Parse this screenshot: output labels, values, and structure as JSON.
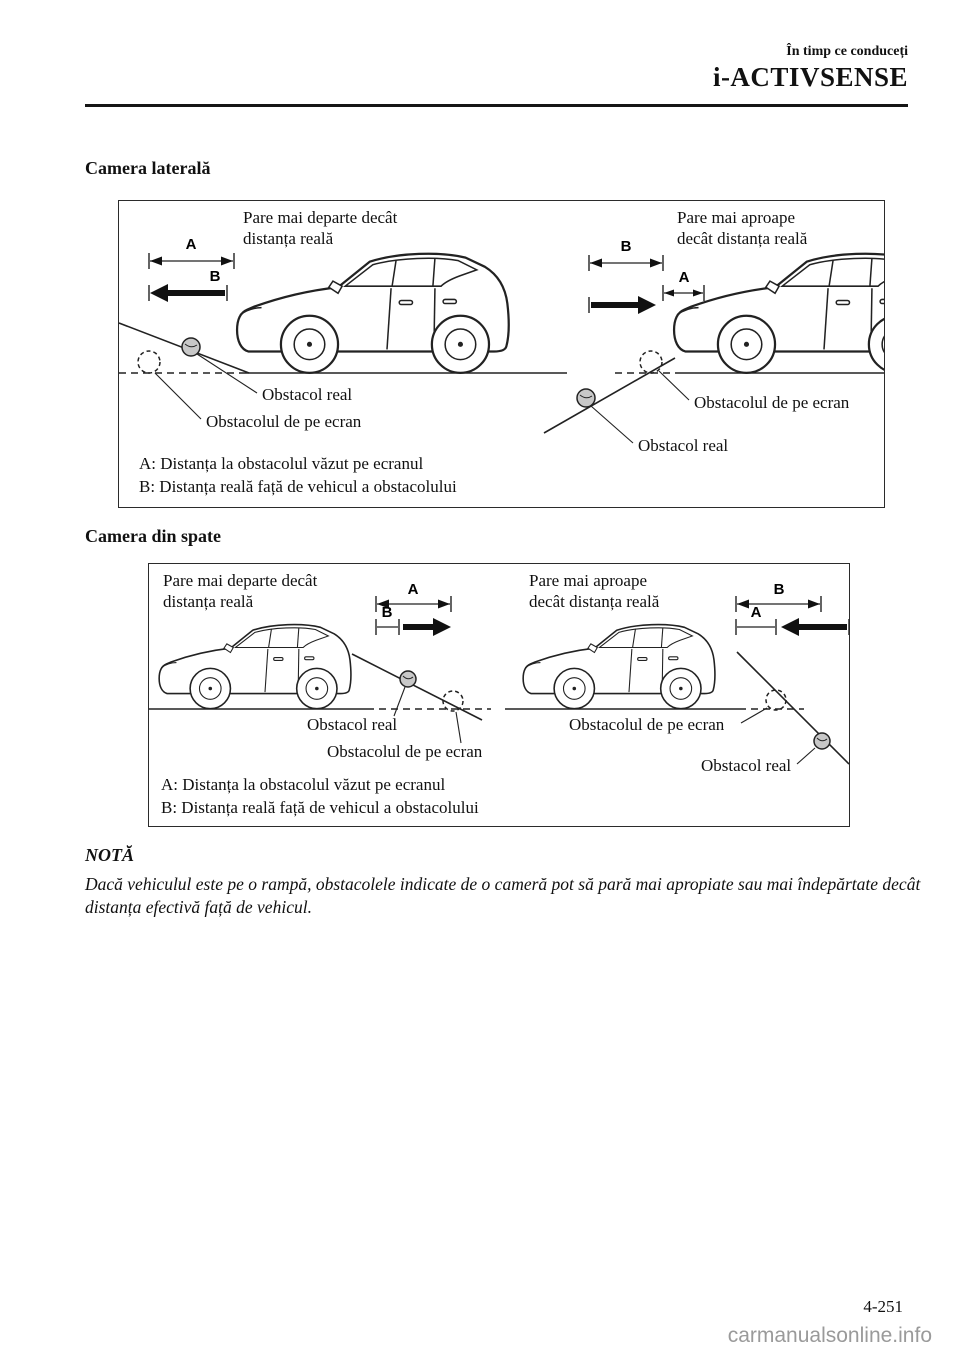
{
  "header": {
    "kicker": "În timp ce conduceți",
    "title": "i-ACTIVSENSE"
  },
  "sections": {
    "side": {
      "heading": "Camera laterală"
    },
    "rear": {
      "heading": "Camera din spate"
    }
  },
  "fig1": {
    "left": {
      "caption1": "Pare mai departe decât",
      "caption2": "distanța reală",
      "label_a": "A",
      "label_b": "B",
      "real": "Obstacol real",
      "screen": "Obstacolul de pe ecran"
    },
    "right": {
      "caption1": "Pare mai aproape",
      "caption2": "decât distanța reală",
      "label_a": "A",
      "label_b": "B",
      "real": "Obstacol real",
      "screen": "Obstacolul de pe ecran"
    },
    "legend_a": "A: Distanța la obstacolul văzut pe ecranul",
    "legend_b": "B: Distanța reală față de vehicul a obstacolului"
  },
  "fig2": {
    "left": {
      "caption1": "Pare mai departe decât",
      "caption2": "distanța reală",
      "label_a": "A",
      "label_b": "B",
      "real": "Obstacol real",
      "screen": "Obstacolul de pe ecran"
    },
    "right": {
      "caption1": "Pare mai aproape",
      "caption2": "decât distanța reală",
      "label_a": "A",
      "label_b": "B",
      "real": "Obstacol real",
      "screen": "Obstacolul de pe ecran"
    },
    "legend_a": "A: Distanța la obstacolul văzut pe ecranul",
    "legend_b": "B: Distanța reală față de vehicul a obstacolului"
  },
  "note": {
    "heading": "NOTĂ",
    "body": "Dacă vehiculul este pe o rampă, obstacolele indicate de o cameră pot să pară mai apropiate sau mai îndepărtate decât distanța efectivă față de vehicul."
  },
  "footer": {
    "page_number": "4-251",
    "watermark": "carmanualsonline.info"
  }
}
